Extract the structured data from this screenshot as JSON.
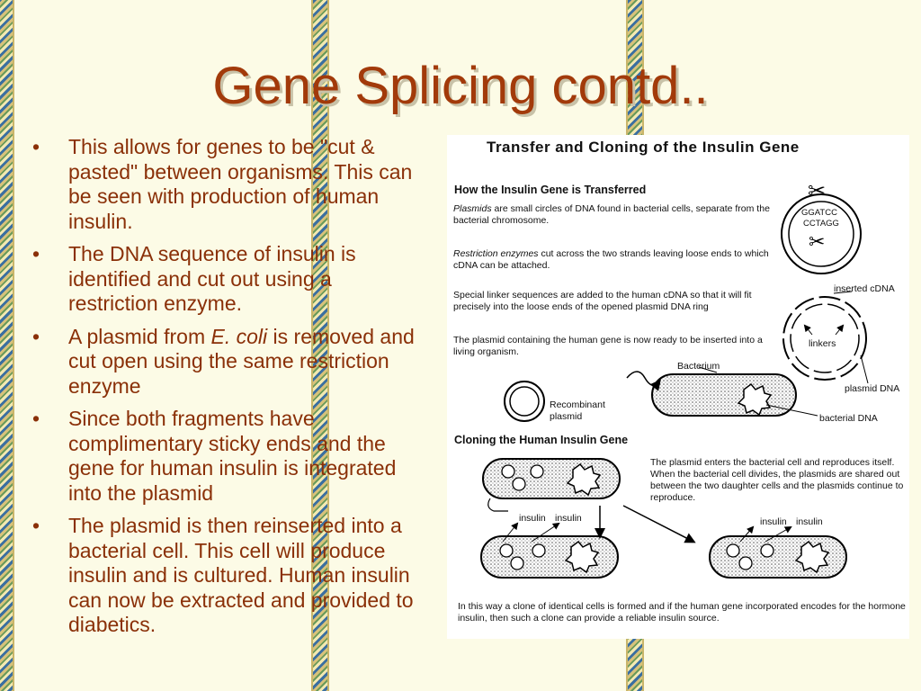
{
  "slide": {
    "title": "Gene Splicing contd..",
    "bullets": [
      {
        "text": "This allows for genes to be \"cut & pasted\" between organisms.  This can be seen with production of human insulin."
      },
      {
        "text": "The DNA sequence of insulin is identified and cut out using a restriction enzyme."
      },
      {
        "pre": "A plasmid from ",
        "em": "E. coli",
        "post": " is removed and cut open using the same restriction enzyme"
      },
      {
        "text": "Since both fragments have complimentary sticky ends and the gene for human insulin is integrated into the plasmid"
      },
      {
        "text": "The plasmid is then reinserted into a bacterial cell.  This cell will produce insulin and is cultured.  Human insulin can now be extracted and provided to diabetics."
      }
    ]
  },
  "diagram": {
    "title": "Transfer and Cloning of the Insulin Gene",
    "section1": "How the Insulin Gene is Transferred",
    "para1_em": "Plasmids",
    "para1": " are small circles of DNA found in bacterial cells, separate from the bacterial chromosome.",
    "para2_em": "Restriction enzymes",
    "para2": " cut across the two strands leaving loose ends to which cDNA can be attached.",
    "para3": "Special linker sequences are added to the human cDNA so that it will fit precisely into the loose ends of the opened plasmid DNA ring",
    "para4": "The plasmid containing the human gene is now ready to be inserted into a living organism.",
    "seq_top": "GGATCC",
    "seq_bottom": "CCTAGG",
    "label_inserted": "inserted cDNA",
    "label_linkers": "linkers",
    "label_bacterium": "Bacterium",
    "label_recombinant": "Recombinant plasmid",
    "label_plasmid_dna": "plasmid DNA",
    "label_bacterial_dna": "bacterial DNA",
    "section2": "Cloning the Human Insulin Gene",
    "para5": "The plasmid enters the bacterial cell and reproduces itself.  When the bacterial cell divides, the plasmids are shared out between the two daughter cells and the plasmids continue to reproduce.",
    "label_insulin": "insulin",
    "para6": "In this way a clone of identical cells is formed and if the human gene incorporated encodes for the hormone insulin, then such a clone can provide a reliable insulin source."
  }
}
